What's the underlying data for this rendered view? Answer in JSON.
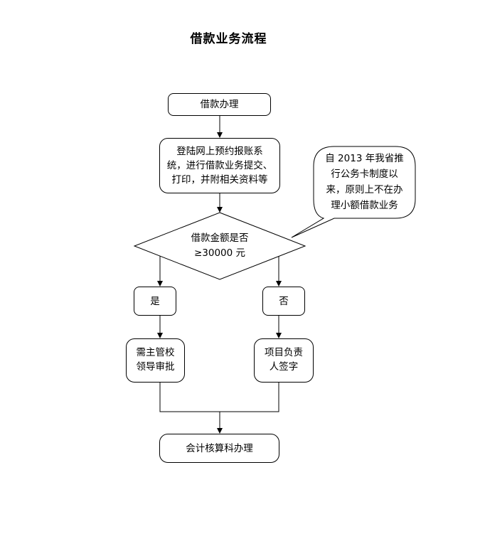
{
  "title": "借款业务流程",
  "nodes": {
    "start": "借款办理",
    "register": [
      "登陆网上预约报账系",
      "统，进行借款业务提交、",
      "打印，并附相关资料等"
    ],
    "decision": [
      "借款金额是否",
      "≥30000 元"
    ],
    "yes": "是",
    "no": "否",
    "approve": [
      "需主管校",
      "领导审批"
    ],
    "sign": [
      "项目负责",
      "人签字"
    ],
    "accounting": "会计核算科办理"
  },
  "note": [
    "自 2013 年我省推",
    "行公务卡制度以",
    "来，原则上不在办",
    "理小额借款业务"
  ]
}
